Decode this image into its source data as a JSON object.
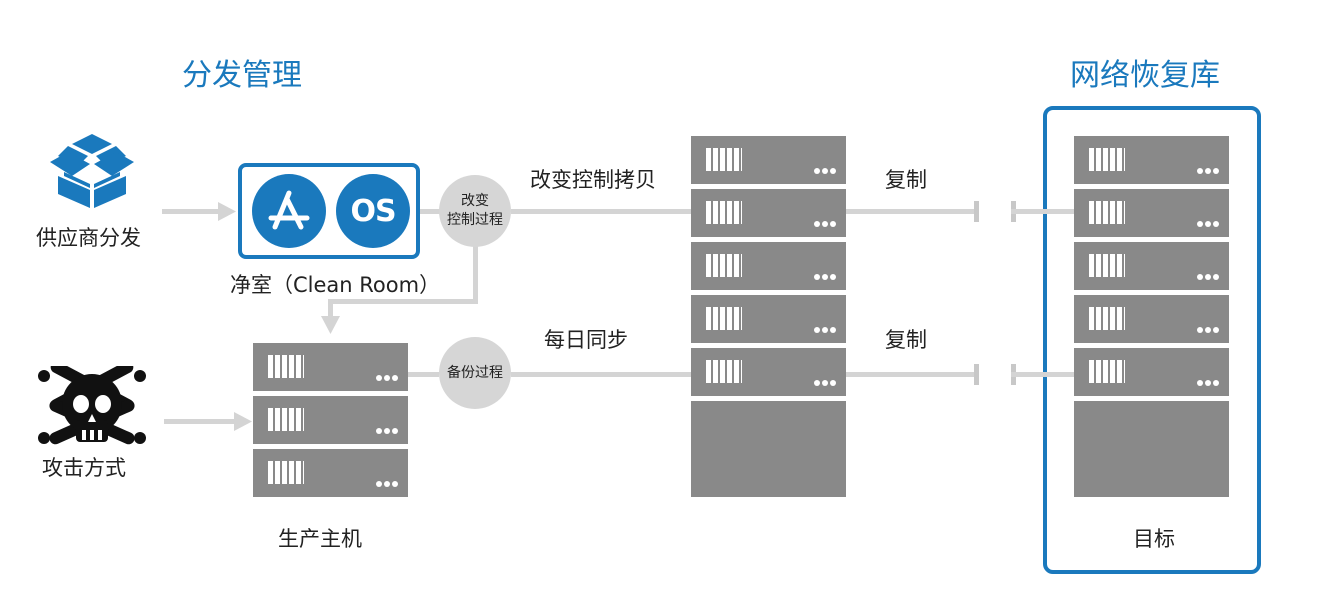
{
  "titles": {
    "distribution": "分发管理",
    "recovery": "网络恢复库"
  },
  "labels": {
    "vendor": "供应商分发",
    "cleanroom": "净室（Clean Room）",
    "attack": "攻击方式",
    "production": "生产主机",
    "target": "目标",
    "change_copy": "改变控制拷贝",
    "daily_sync": "每日同步",
    "replicate_top": "复制",
    "replicate_bottom": "复制"
  },
  "circles": {
    "change_process_line1": "改变",
    "change_process_line2": "控制过程",
    "backup_process": "备份过程"
  },
  "icons": {
    "appstore_icon": "app-store-icon",
    "os_text": "OS",
    "vendor_icon": "open-box-icon",
    "attack_icon": "skull-crossbones-icon"
  },
  "colors": {
    "accent": "#1a79bd",
    "server": "#898989",
    "connector": "#d4d4d4",
    "process_circle": "#d6d6d6"
  }
}
